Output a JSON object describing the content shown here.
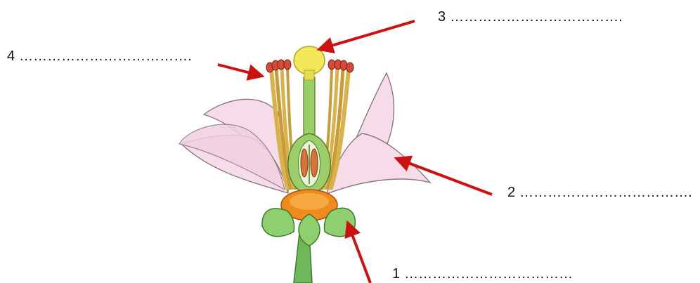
{
  "labels": [
    {
      "number": "1",
      "blank": "………………………………"
    },
    {
      "number": "2",
      "blank": "………………………………."
    },
    {
      "number": "3",
      "blank": "………………………………."
    },
    {
      "number": "4",
      "blank": "………………………………."
    }
  ],
  "colors": {
    "arrow": "#cc1111",
    "petal": "#f5dce8",
    "petal_outline": "#8a7a80",
    "sepal": "#8fcf70",
    "stem": "#6fb85a",
    "receptacle": "#f08a1c",
    "stamen_filament": "#d9b24a",
    "anther": "#d44a3a",
    "stigma": "#f2e85a",
    "ovary": "#9ccf6a"
  }
}
